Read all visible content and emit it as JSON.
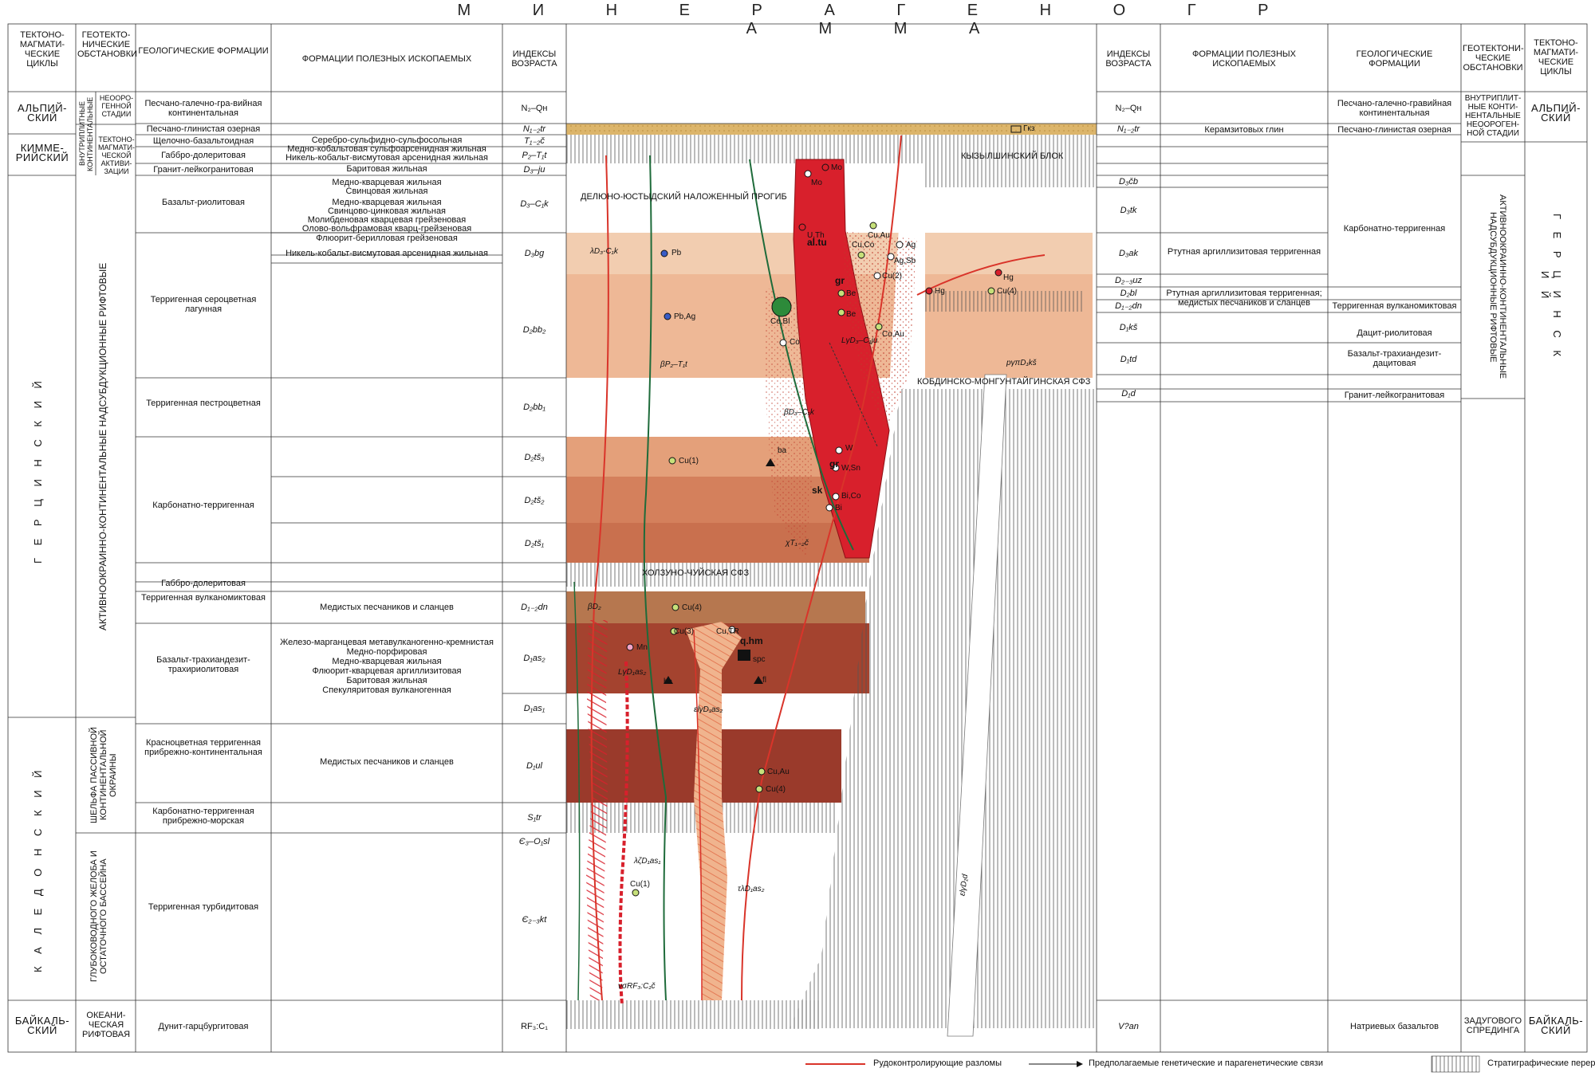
{
  "title": "М И Н Е Р А Г Е Н О Г Р А М М А",
  "headers_left": {
    "cycles": "ТЕКТОНО-МАГМАТИ-ЧЕСКИЕ ЦИКЛЫ",
    "settings": "ГЕОТЕКТО-НИЧЕСКИЕ ОБСТАНОВКИ",
    "geo_formations": "ГЕОЛОГИЧЕСКИЕ ФОРМАЦИИ",
    "mineral_formations": "ФОРМАЦИИ ПОЛЕЗНЫХ ИСКОПАЕМЫХ",
    "age_index": "ИНДЕКСЫ ВОЗРАСТА"
  },
  "headers_right": {
    "age_index": "ИНДЕКСЫ ВОЗРАСТА",
    "mineral_formations": "ФОРМАЦИИ ПОЛЕЗНЫХ ИСКОПАЕМЫХ",
    "geo_formations": "ГЕОЛОГИЧЕСКИЕ ФОРМАЦИИ",
    "settings": "ГЕОТЕКТОНИ-ЧЕСКИЕ ОБСТАНОВКИ",
    "cycles": "ТЕКТОНО-МАГМАТИ-ЧЕСКИЕ ЦИКЛЫ"
  },
  "cycles_left": {
    "alpine": "АЛЬПИЙ-СКИЙ",
    "cimmerian": "КИММЕ-РИЙСКИЙ",
    "hercynian": "Г Е Р Ц И Н С К И Й",
    "caledonian": "К А Л Е Д О Н С К И Й",
    "baikal": "БАЙКАЛЬ-СКИЙ"
  },
  "settings_left": {
    "intraplate": "ВНУТРИПЛИТНЫЕ КОНТИНЕНТАЛЬНЫЕ",
    "neoorogenic": "НЕООРО-ГЕННОЙ СТАДИИ",
    "tectono_activation": "ТЕКТОНО-МАГМАТИ-ЧЕСКОЙ АКТИВИ-ЗАЦИИ",
    "active_margin": "АКТИВНООКРАИННО-КОНТИНЕНТАЛЬНЫЕ НАДСУБДУКЦИОННЫЕ РИФТОВЫЕ",
    "passive_shelf": "ШЕЛЬФА ПАССИВНОЙ КОНТИНЕНТАЛЬНОЙ ОКРАИНЫ",
    "deep_trough": "ГЛУБОКОВОДНОГО ЖЕЛОБА И ОСТАТОЧНОГО БАССЕЙНА",
    "oceanic": "ОКЕАНИ-ЧЕСКАЯ РИФТОВАЯ"
  },
  "geo_formations_left": [
    "Песчано-галечно-гра-вийная континентальная",
    "Песчано-глинистая озерная",
    "Щелочно-базальтоидная",
    "Габбро-долеритовая",
    "Гранит-лейкогранитовая",
    "Базальт-риолитовая",
    "Терригенная сероцветная лагунная",
    "Терригенная пестроцветная",
    "Карбонатно-терригенная",
    "Габбро-долеритовая",
    "Терригенная вулканомиктовая",
    "Базальт-трахиандезит-трахириолитовая",
    "Красноцветная терригенная прибрежно-континентальная",
    "Карбонатно-терригенная прибрежно-морская",
    "Терригенная турбидитовая",
    "Дунит-гарцбургитовая"
  ],
  "mineral_formations_left": {
    "cimmerian": [
      "Серебро-сульфидно-сульфосольная",
      "Медно-кобальтовая сульфоарсенидная жильная",
      "Никель-кобальт-висмутовая арсенидная жильная",
      "Баритовая жильная"
    ],
    "hercynian_top": [
      "Медно-кварцевая жильная",
      "Свинцовая жильная",
      "Медно-кварцевая жильная",
      "Свинцово-цинковая жильная",
      "Молибденовая кварцевая грейзеновая",
      "Олово-вольфрамовая кварц-грейзеновая",
      "Флюорит-берилловая грейзеновая",
      "Никель-кобальт-висмутовая арсенидная жильная"
    ],
    "volcanomictic": "Медистых песчаников и сланцев",
    "basalt_trachy": [
      "Железо-марганцевая метавулканогенно-кремнистая",
      "Медно-порфировая",
      "Медно-кварцевая жильная",
      "Флюорит-кварцевая аргиллизитовая",
      "Баритовая жильная",
      "Спекуляритовая вулканогенная"
    ],
    "redbeds": "Медистых песчаников и сланцев"
  },
  "age_left": [
    "N₂–Qн",
    "N₁₋₂tr",
    "T₁₋₂č",
    "P₂–T₁t",
    "D₃–ju",
    "D₃–C₁k",
    "D₃bg",
    "D₂bb₂",
    "D₂bb₁",
    "D₂tš₃",
    "D₂tš₂",
    "D₂tš₁",
    "D₁₋₂dn",
    "D₁as₂",
    "D₁as₁",
    "D₁ul",
    "S₁tr",
    "Є₃–O₁sl",
    "Є₂₋₃kt",
    "RF₃:C₁"
  ],
  "age_right": [
    "N₂–Qн",
    "N₁₋₂tr",
    "D₃čb",
    "D₃tk",
    "D₃ak",
    "D₂₋₃uz",
    "D₂bl",
    "D₁₋₂dn",
    "D₁kš",
    "D₁td",
    "D₁d",
    "V?an"
  ],
  "mineral_formations_right": [
    "Керамзитовых глин",
    "Ртутная аргиллизитовая терригенная",
    "Ртутная аргиллизитовая терригенная; медистых песчаников и сланцев"
  ],
  "geo_formations_right": [
    "Песчано-галечно-гравийная континентальная",
    "Песчано-глинистая озерная",
    "Карбонатно-терригенная",
    "Терригенная вулканомиктовая",
    "Дацит-риолитовая",
    "Базальт-трахиандезит-дацитовая",
    "Гранит-лейкогранитовая",
    "Натриевых базальтов"
  ],
  "settings_right": {
    "intraplate": "ВНУТРИПЛИТ-НЫЕ КОНТИ-НЕНТАЛЬНЫЕ НЕООРОГЕН-НОЙ СТАДИИ",
    "active_margin": "АКТИВНООКРАИННО-КОНТИНЕНТАЛЬНЫЕ НАДСУБДУКЦИОННЫЕ РИФТОВЫЕ",
    "backarc": "ЗАДУГОВОГО СПРЕДИНГА"
  },
  "cycles_right": {
    "alpine": "АЛЬПИЙ-СКИЙ",
    "hercynian": "Г Е Р Ц И Н С К И Й",
    "baikal": "БАЙКАЛЬ-СКИЙ"
  },
  "structures": {
    "kyzylshin": "КЫЗЫЛШИНСКИЙ БЛОК",
    "delyun": "ДЕЛЮНО-ЮСТЫДСКИЙ НАЛОЖЕННЫЙ ПРОГИБ",
    "kobdin": "КОБДИНСКО-МОНГУНТАЙГИНСКАЯ СФЗ",
    "kholzun": "ХОЛЗУНО-ЧУЙСКАЯ СФЗ"
  },
  "labels": {
    "hz": "Гкз",
    "lambda_dk": "λD₃-C₁k",
    "beta_pt": "βP₂–T₁t",
    "beta_dk": "βD₃–C₁k",
    "ly_dju": "LγD₃–C₁ju",
    "chi_t": "χT₁₋₂č",
    "beta_d2": "βD₂",
    "ly_das2": "LγD₁as₂",
    "ely_das2": "εlγD₁as₂",
    "lz_das1": "λζD₁as₁",
    "tl_das2": "τλD₁as₂",
    "nu_rf": "νσRF₃:C₁č",
    "ely_dd": "εlγD₁d",
    "rgp_dks": "pγπD₁kš",
    "al_tu": "al.tu",
    "gr1": "gr",
    "gr2": "gr",
    "sk": "sk",
    "ba1": "ba",
    "ba2": "ba",
    "q_hm": "q.hm",
    "spc": "spc",
    "fl": "fl"
  },
  "minerals": [
    "Mo",
    "Mo",
    "U,Th",
    "Cu,Au",
    "Cu,Co",
    "Ag",
    "Ag,Sb",
    "Cu(2)",
    "Be",
    "Be",
    "Co,Au",
    "Ce,Bl",
    "Co",
    "Pb",
    "Pb,Ag",
    "Hg",
    "Hg",
    "Cu(4)",
    "W",
    "W,Sn",
    "Bi,Co",
    "Bi",
    "Cu(1)",
    "Cu(4)",
    "Mn",
    "Cu(3)",
    "Cu,TR",
    "Cu,Au",
    "Cu(4)",
    "Cu(1)"
  ],
  "legend": {
    "faults": "Рудоконтролирующие разломы",
    "links": "Предполагаемые генетические и парагенетические связи",
    "gaps": "Стратиграфические перерывы"
  },
  "colors": {
    "intrusion_red": "#d8202c",
    "band_light": "#f2c9a8",
    "band_mid": "#e8a57f",
    "band_dark": "#b65a3f",
    "band_darkest": "#9c3a2c",
    "sand": "#d9b66a",
    "fault_red": "#d9342a",
    "link_green": "#1e6b3a"
  }
}
